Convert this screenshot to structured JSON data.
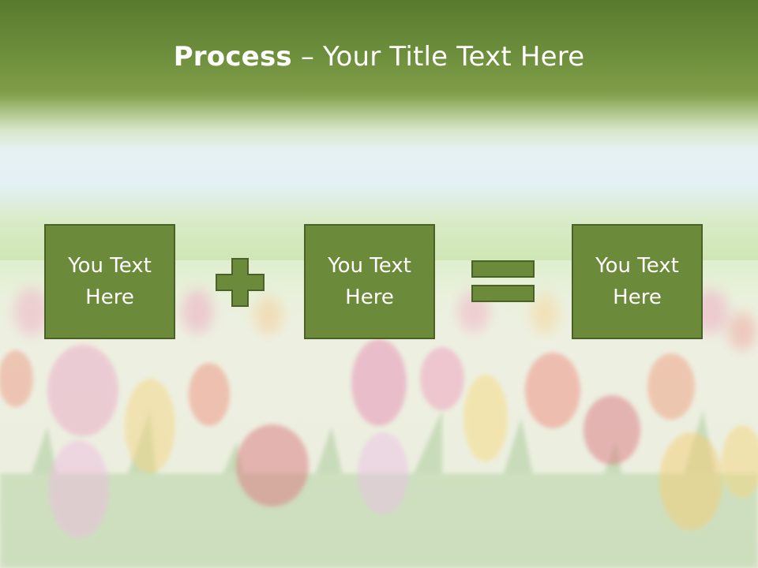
{
  "title": {
    "bold": "Process",
    "rest": " – Your Title Text Here"
  },
  "boxes": [
    {
      "label": "You Text Here"
    },
    {
      "label": "You Text Here"
    },
    {
      "label": "You Text Here"
    }
  ],
  "operators": [
    "plus-icon",
    "equals-icon"
  ],
  "colors": {
    "box_fill": "#6b8a3a",
    "box_border": "#4a6228",
    "title_band": "#6e8f3c",
    "text": "#ffffff"
  }
}
